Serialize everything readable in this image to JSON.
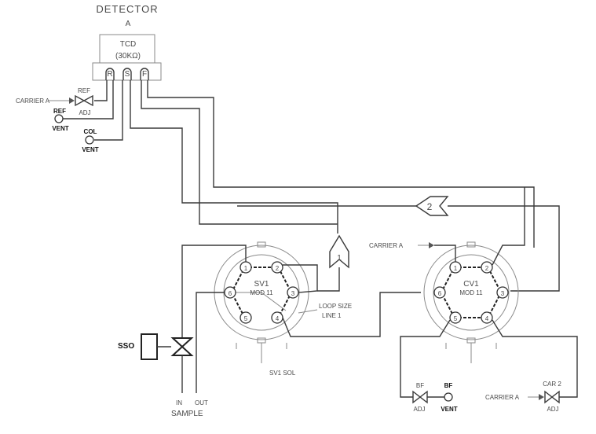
{
  "detector": {
    "title": "DETECTOR",
    "channel": "A",
    "type": "TCD",
    "resistance": "(30KΩ)",
    "port_r": "R",
    "port_s": "S",
    "port_f": "F"
  },
  "carrier_a_left": "CARRIER A",
  "ref_valve_top": "REF",
  "ref_valve_bottom": "ADJ",
  "ref_vent_top": "REF",
  "ref_vent_bottom": "VENT",
  "col_vent_top": "COL",
  "col_vent_bottom": "VENT",
  "column_2": "2",
  "column_1": "1",
  "carrier_a_cv": "CARRIER A",
  "sv1": {
    "title": "SV1",
    "subtitle": "MOD 11",
    "ports": [
      "1",
      "2",
      "3",
      "4",
      "5",
      "6"
    ],
    "solenoid": "SV1 SOL",
    "loop_line1": "LOOP SIZE",
    "loop_line2": "LINE 1"
  },
  "cv1": {
    "title": "CV1",
    "subtitle": "MOD 11",
    "ports": [
      "1",
      "2",
      "3",
      "4",
      "5",
      "6"
    ]
  },
  "sso": "SSO",
  "sample_in": "IN",
  "sample_out": "OUT",
  "sample_label": "SAMPLE",
  "bf_valve_top": "BF",
  "bf_valve_bottom": "ADJ",
  "bf_vent_top": "BF",
  "bf_vent_bottom": "VENT",
  "carrier_a_bottom": "CARRIER A",
  "car2_top": "CAR 2",
  "car2_bottom": "ADJ"
}
